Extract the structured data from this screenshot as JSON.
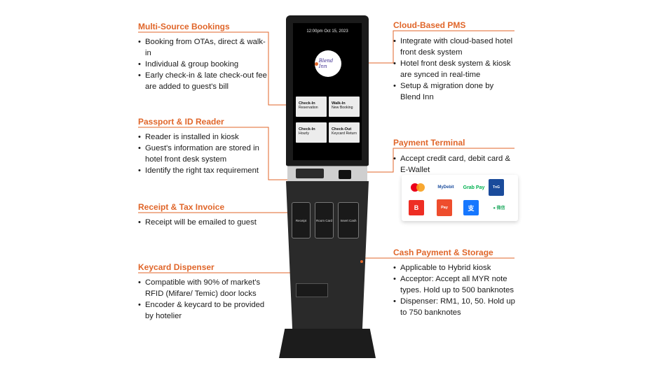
{
  "callouts": {
    "multi_source": {
      "title": "Multi-Source Bookings",
      "items": [
        "Booking from OTAs, direct & walk-in",
        "Individual & group booking",
        "Early check-in & late check-out fee are added to guest's bill"
      ]
    },
    "passport": {
      "title": "Passport & ID Reader",
      "items": [
        "Reader is installed in kiosk",
        "Guest's information are stored in hotel front desk system",
        "Identify the right tax requirement"
      ]
    },
    "receipt": {
      "title": "Receipt & Tax Invoice",
      "items": [
        "Receipt will be emailed to guest"
      ]
    },
    "keycard": {
      "title": "Keycard Dispenser",
      "items": [
        "Compatible with 90% of market's RFID (Mifare/ Temic) door locks",
        "Encoder & keycard to be provided by hotelier"
      ]
    },
    "cloud_pms": {
      "title": "Cloud-Based PMS",
      "items": [
        "Integrate with cloud-based hotel front desk system",
        "Hotel front desk system & kiosk are synced in real-time",
        "Setup & migration done by Blend Inn"
      ]
    },
    "payment": {
      "title": "Payment Terminal",
      "items": [
        "Accept credit card, debit card & E-Wallet"
      ]
    },
    "cash": {
      "title": "Cash Payment & Storage",
      "items": [
        "Applicable to Hybrid kiosk",
        "Acceptor: Accept all MYR note types. Hold up to 500 banknotes",
        "Dispenser: RM1, 10, 50. Hold up to 750 banknotes"
      ]
    }
  },
  "kiosk": {
    "time": "12:00pm Oct 15, 2023",
    "logo": "Blend Inn",
    "buttons": [
      {
        "title": "Check-In",
        "sub": "Reservation"
      },
      {
        "title": "Walk-In",
        "sub": "New Booking"
      },
      {
        "title": "Check-In",
        "sub": "Hourly"
      },
      {
        "title": "Check-Out",
        "sub": "Keycard Return"
      }
    ],
    "bays": [
      "Receipt",
      "Room Card",
      "Insert Cash"
    ]
  },
  "payment_logos": [
    {
      "name": "Mastercard",
      "color": "#eb001b"
    },
    {
      "name": "MyDebit",
      "color": "#1d4e9e"
    },
    {
      "name": "Grab Pay",
      "color": "#00b14f"
    },
    {
      "name": "Touch 'n Go",
      "color": "#1a4b9b"
    },
    {
      "name": "Boost",
      "color": "#ee2e24"
    },
    {
      "name": "ShopeePay",
      "color": "#ee4d2d"
    },
    {
      "name": "Alipay",
      "color": "#1677ff"
    },
    {
      "name": "WeChat Pay",
      "color": "#2aae67"
    }
  ],
  "colors": {
    "accent": "#e0662a",
    "kiosk": "#1b1b1b"
  }
}
